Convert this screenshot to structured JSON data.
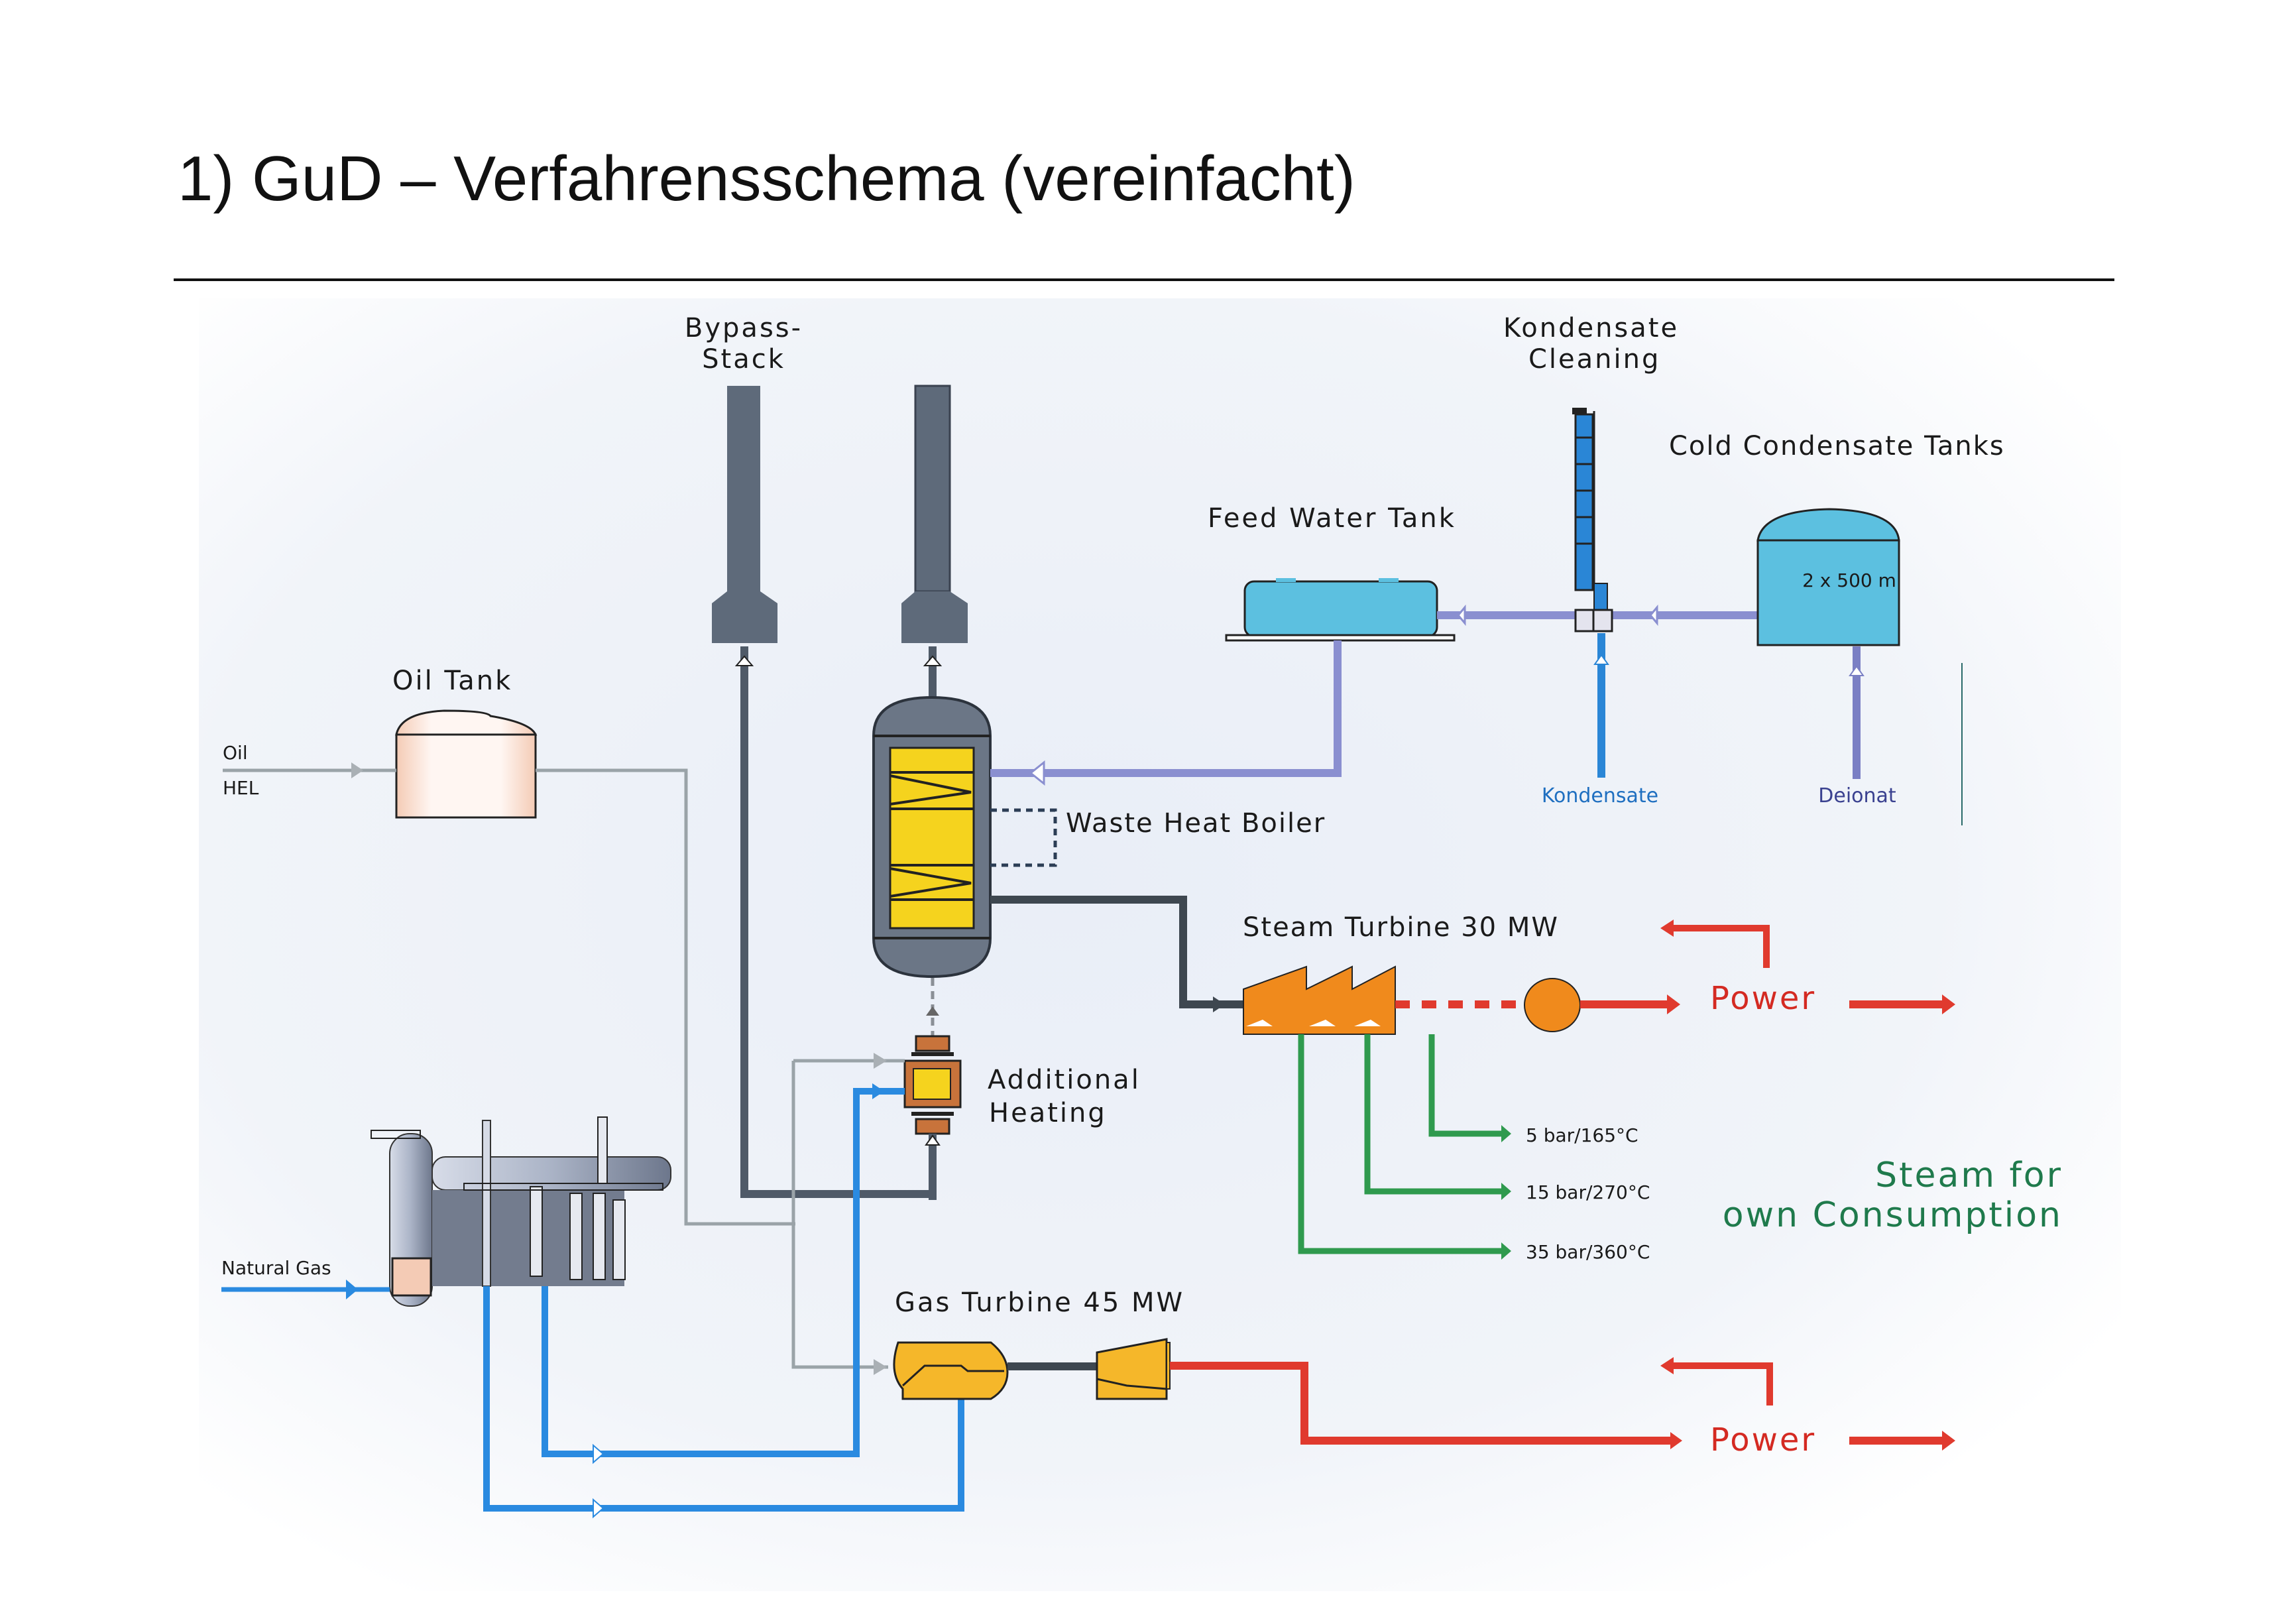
{
  "page": {
    "title": "1)  GuD – Verfahrensschema (vereinfacht)"
  },
  "colors": {
    "exhaust_gray": "#5e6a7a",
    "steam_dark": "#3e4750",
    "feedwater_purple": "#8a8fd0",
    "condensate_blue": "#2a86d6",
    "gas_blue": "#2a8ae0",
    "oil_gray": "#9aa3a8",
    "steam_green": "#2f9a4e",
    "power_red": "#e03a2e",
    "turbine_orange": "#f08a1c",
    "gas_turbine_yellow": "#f5b72a",
    "boiler_yellow": "#f5d31e",
    "water_tank": "#5cc0e0",
    "oil_tank": "#f7dcd0",
    "background_tint": "#eef2f8"
  },
  "labels": {
    "bypass_stack": [
      "Bypass-",
      "Stack"
    ],
    "kondensate_cleaning": [
      "Kondensate",
      "Cleaning"
    ],
    "cold_condensate_tanks": "Cold Condensate Tanks",
    "cold_tank_capacity": "2 x 500 m",
    "feed_water_tank": "Feed Water Tank",
    "oil_tank": "Oil Tank",
    "oil_input_top": "Oil",
    "oil_input_bottom": "HEL",
    "waste_heat_boiler": "Waste Heat Boiler",
    "kondensate_input": "Kondensate",
    "deionat_input": "Deionat",
    "steam_turbine": "Steam Turbine 30 MW",
    "power_steam": "Power",
    "additional_heating": [
      "Additional",
      "Heating"
    ],
    "steam_outputs": [
      "5 bar/165°C",
      "15 bar/270°C",
      "35 bar/360°C"
    ],
    "steam_for_own_consumption": [
      "Steam for",
      "own Consumption"
    ],
    "natural_gas": "Natural Gas",
    "gas_turbine": "Gas Turbine 45 MW",
    "power_gas": "Power"
  }
}
